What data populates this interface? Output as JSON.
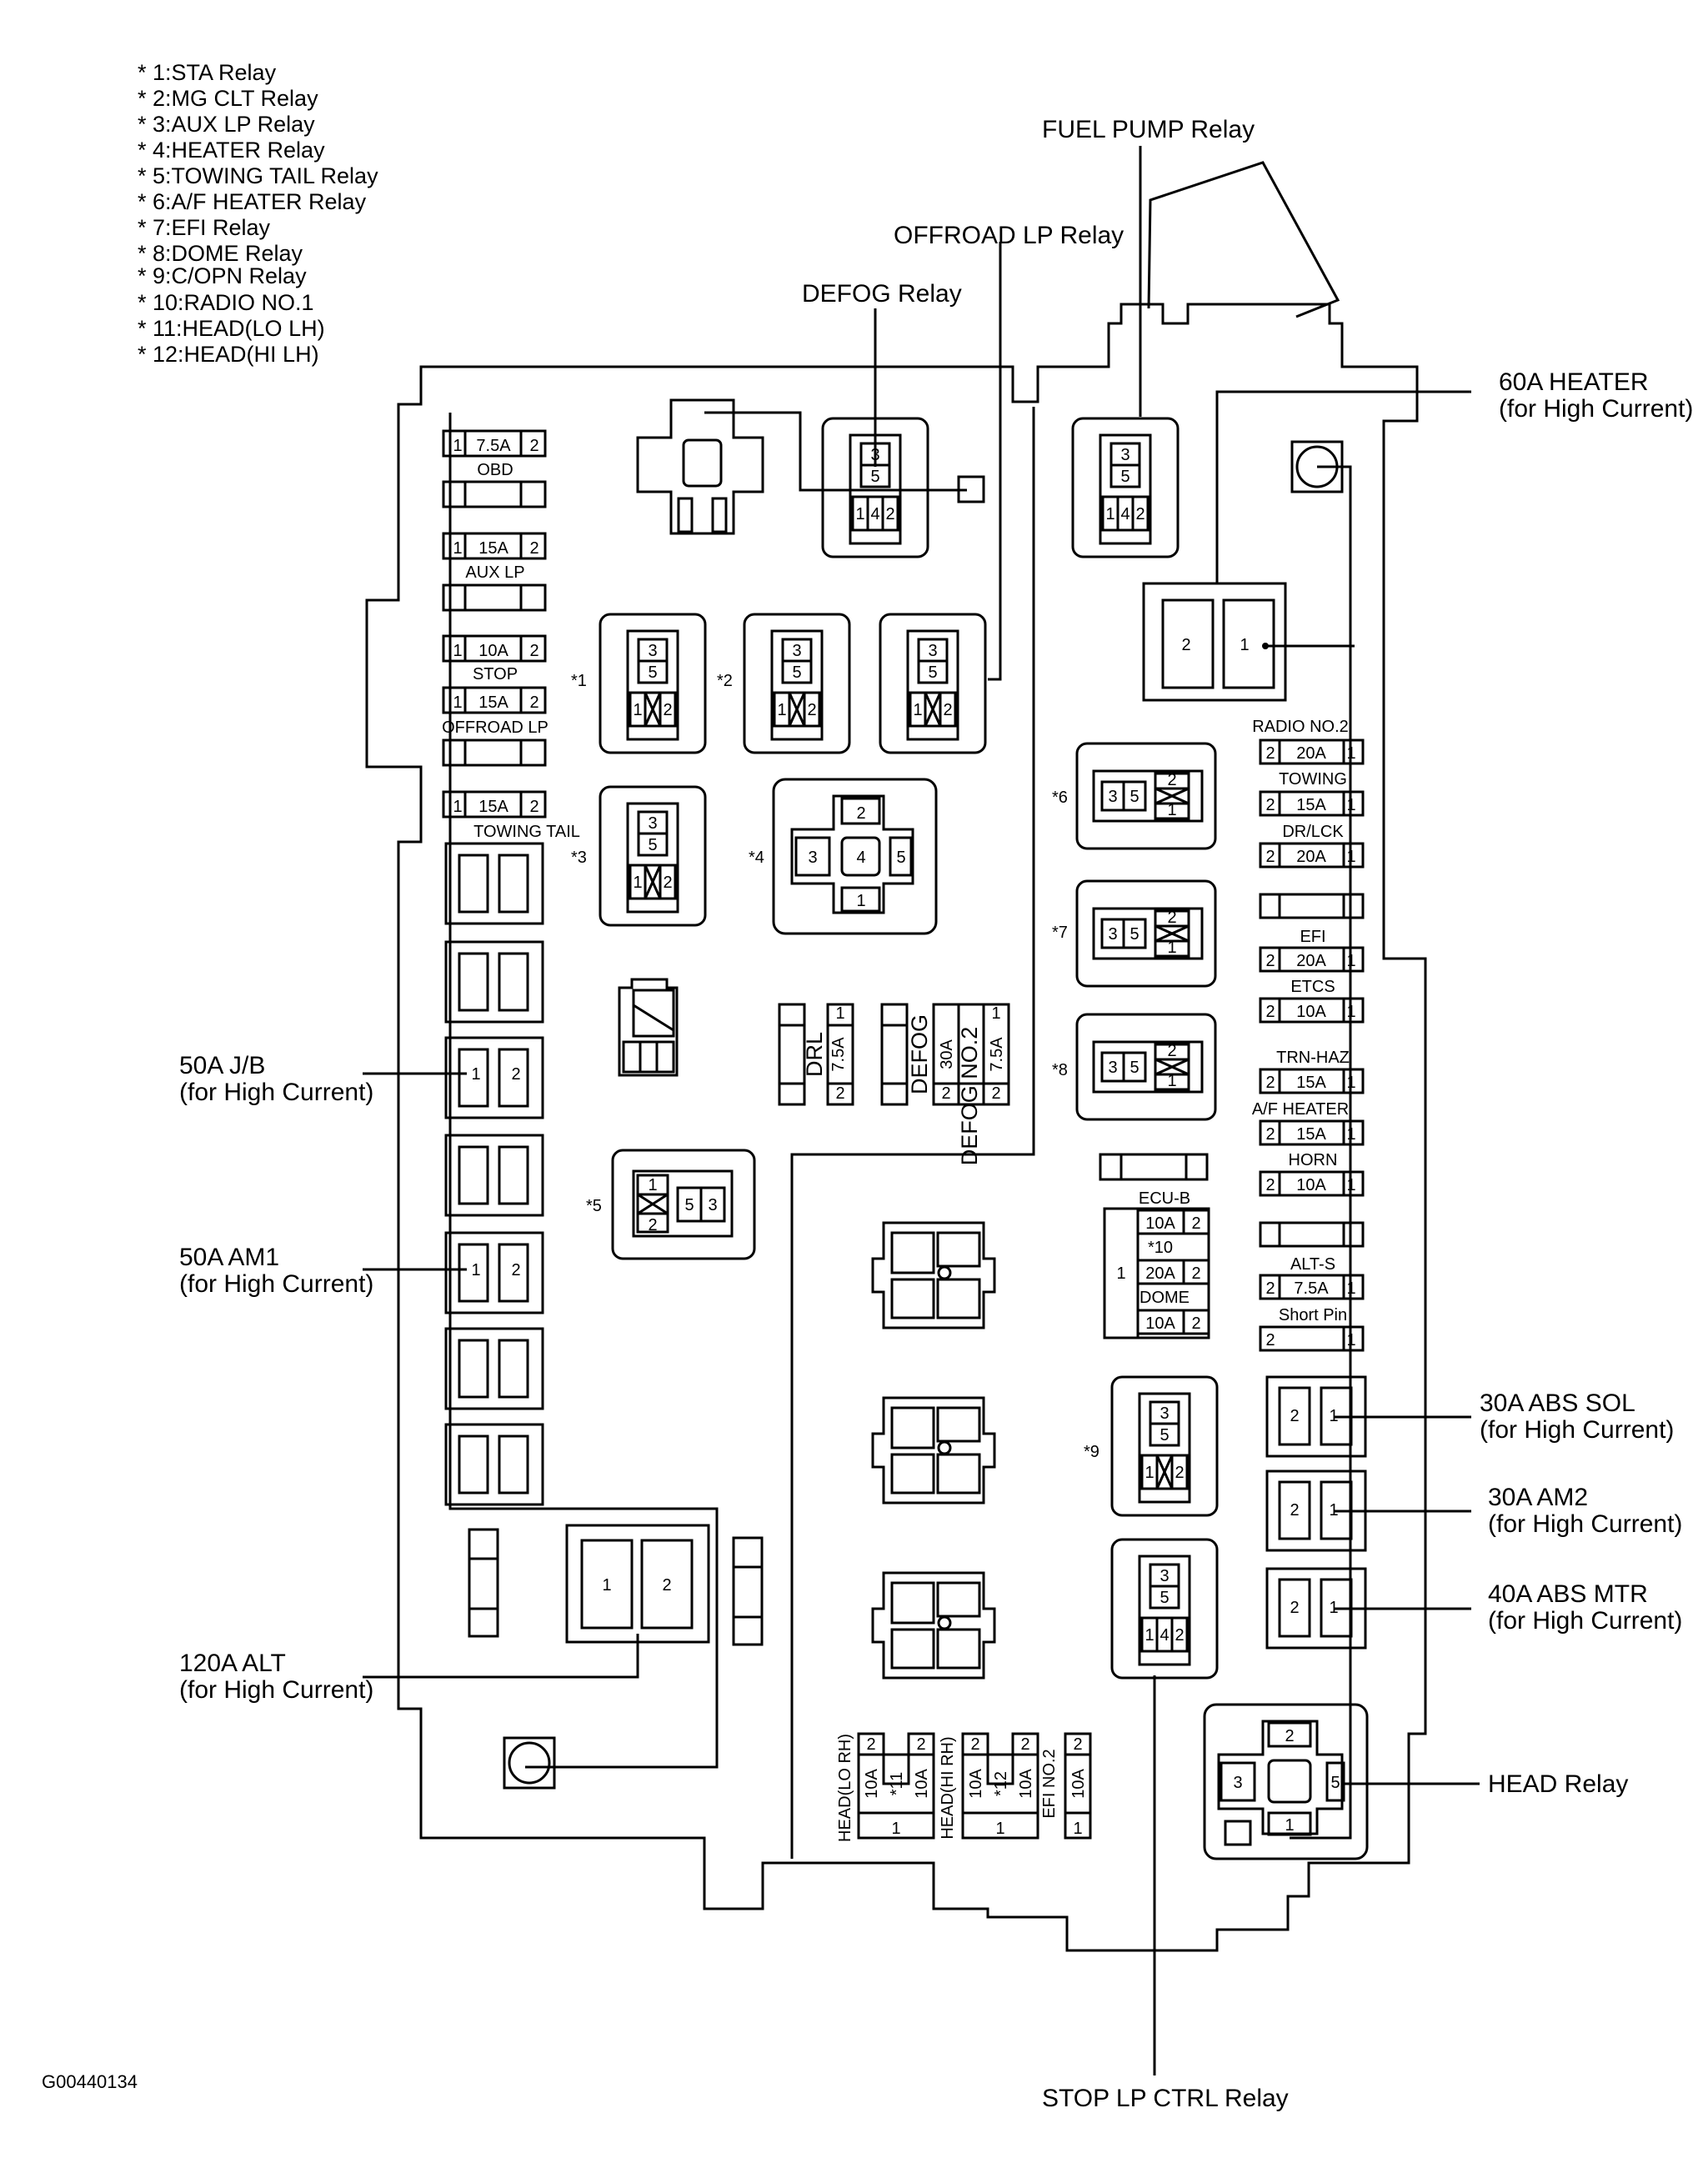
{
  "legend": [
    "* 1:STA Relay",
    "* 2:MG CLT Relay",
    "* 3:AUX LP Relay",
    "* 4:HEATER Relay",
    "* 5:TOWING TAIL Relay",
    "* 6:A/F HEATER Relay",
    "* 7:EFI Relay",
    "* 8:DOME Relay",
    "* 9:C/OPN Relay",
    "* 10:RADIO NO.1",
    "* 11:HEAD(LO LH)",
    "* 12:HEAD(HI LH)"
  ],
  "callouts": {
    "fuel_pump_relay": "FUEL PUMP Relay",
    "offroad_lp_relay": "OFFROAD LP Relay",
    "defog_relay": "DEFOG Relay",
    "heater_60a": "60A HEATER",
    "heater_60a_sub": "(for High Current)",
    "jb_50a": "50A J/B",
    "jb_50a_sub": "(for High Current)",
    "am1_50a": "50A AM1",
    "am1_50a_sub": "(for High Current)",
    "alt_120a": "120A ALT",
    "alt_120a_sub": "(for High Current)",
    "abs_sol_30a": "30A ABS SOL",
    "abs_sol_30a_sub": "(for High Current)",
    "am2_30a": "30A AM2",
    "am2_30a_sub": "(for High Current)",
    "abs_mtr_40a": "40A ABS MTR",
    "abs_mtr_40a_sub": "(for High Current)",
    "head_relay": "HEAD Relay",
    "stop_lp_ctrl_relay": "STOP LP CTRL Relay"
  },
  "left_fuses": {
    "obd_rating": "7.5A",
    "obd": "OBD",
    "aux_lp_rating": "15A",
    "aux_lp": "AUX LP",
    "stop_rating": "10A",
    "stop": "STOP",
    "offroad_rating": "15A",
    "offroad_lp": "OFFROAD LP",
    "towing_tail_rating": "15A",
    "towing_tail": "TOWING TAIL"
  },
  "right_fuses": {
    "radio_no2": "RADIO NO.2",
    "radio_no2_rating": "20A",
    "towing": "TOWING",
    "towing_rating": "15A",
    "dr_lck": "DR/LCK",
    "dr_lck_rating": "20A",
    "efi": "EFI",
    "efi_rating": "20A",
    "etcs": "ETCS",
    "etcs_rating": "10A",
    "trn_haz": "TRN-HAZ",
    "trn_haz_rating": "15A",
    "af_heater": "A/F HEATER",
    "af_heater_rating": "15A",
    "horn": "HORN",
    "horn_rating": "10A",
    "alt_s": "ALT-S",
    "alt_s_rating": "7.5A",
    "short_pin": "Short Pin"
  },
  "center_fuses": {
    "drl": "DRL",
    "drl_rating": "7.5A",
    "defog": "DEFOG",
    "defog_rating": "30A",
    "defog_no2": "DEFOG NO.2",
    "defog_no2_rating": "7.5A",
    "ecu_b": "ECU-B",
    "ecu_b_rating": "10A",
    "ref10": "*10",
    "ref10_rating": "20A",
    "dome": "DOME",
    "dome_rating": "10A"
  },
  "bottom_fuses": {
    "head_lo_rh": "HEAD(LO RH)",
    "head_lo_rh_rating": "10A",
    "ref11": "*11",
    "ref11_rating": "10A",
    "head_hi_rh": "HEAD(HI RH)",
    "head_hi_rh_rating": "10A",
    "ref12": "*12",
    "ref12_rating": "10A",
    "efi_no2": "EFI NO.2",
    "efi_no2_rating": "10A"
  },
  "relay_refs": {
    "r1": "*1",
    "r2": "*2",
    "r3": "*3",
    "r4": "*4",
    "r5": "*5",
    "r6": "*6",
    "r7": "*7",
    "r8": "*8",
    "r9": "*9"
  },
  "figure_code": "G00440134"
}
